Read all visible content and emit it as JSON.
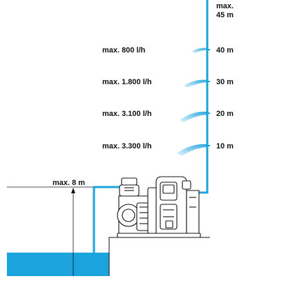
{
  "colors": {
    "water": "#1aa3dc",
    "outline": "#111111",
    "pump_body": "#ffffff"
  },
  "suction": {
    "label": "max. 8 m"
  },
  "height_scale": [
    {
      "height": "max.\n45 m",
      "flow": ""
    },
    {
      "height": "40 m",
      "flow": "max. 800 l/h"
    },
    {
      "height": "30 m",
      "flow": "max. 1.800 l/h"
    },
    {
      "height": "20 m",
      "flow": "max. 3.100 l/h"
    },
    {
      "height": "10 m",
      "flow": "max. 3.300 l/h"
    }
  ],
  "top_label": {
    "line1": "max.",
    "line2": "45 m"
  }
}
